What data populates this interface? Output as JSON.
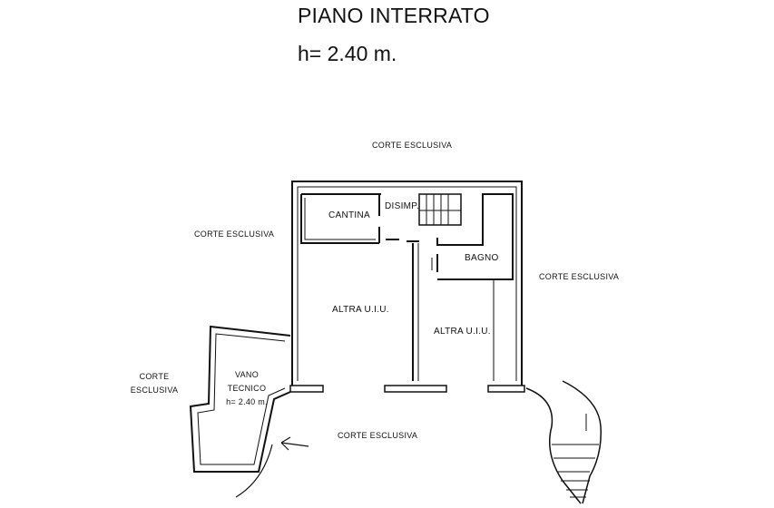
{
  "header": {
    "title": "PIANO INTERRATO",
    "height": "h= 2.40 m."
  },
  "labels": {
    "corte_top": "CORTE ESCLUSIVA",
    "corte_left": "CORTE ESCLUSIVA",
    "corte_right": "CORTE ESCLUSIVA",
    "corte_bottom": "CORTE ESCLUSIVA",
    "corte_farleft_1": "CORTE",
    "corte_farleft_2": "ESCLUSIVA",
    "cantina": "CANTINA",
    "disimp": "DISIMP.",
    "bagno": "BAGNO",
    "altra_uiu_left": "ALTRA U.I.U.",
    "altra_uiu_right": "ALTRA U.I.U.",
    "vano_1": "VANO",
    "vano_2": "TECNICO",
    "vano_3": "h= 2.40 m."
  }
}
